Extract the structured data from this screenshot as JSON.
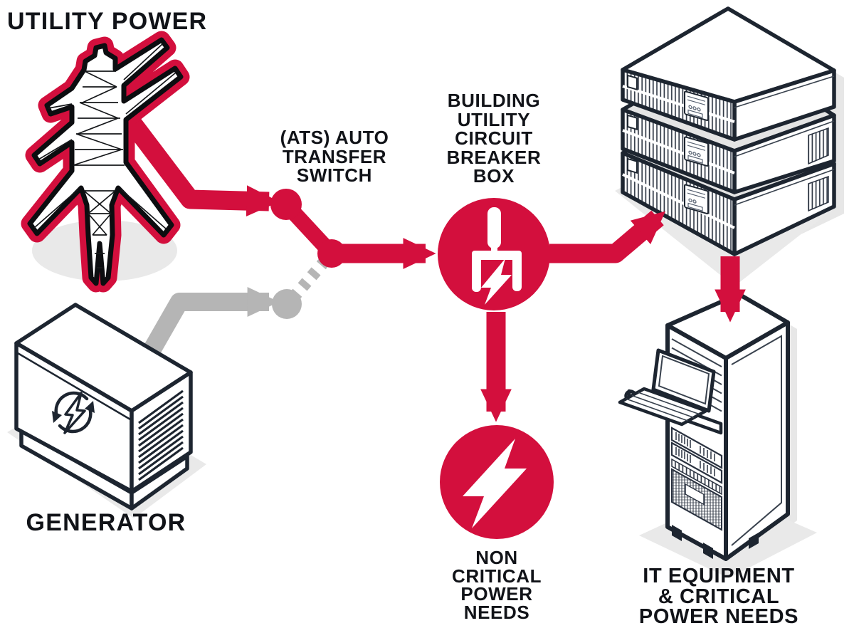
{
  "colors": {
    "accent_red": "#d30f3d",
    "standby_gray": "#b5b5b5",
    "ink_black": "#111318",
    "outline_dark": "#1d2530",
    "shadow_gray": "#e8e8e8"
  },
  "nodes": {
    "utility_power": {
      "label": "UTILITY POWER"
    },
    "generator": {
      "label": "GENERATOR"
    },
    "ats": {
      "lines": [
        "(ATS) AUTO",
        "TRANSFER",
        "SWITCH"
      ]
    },
    "breaker_box": {
      "lines": [
        "BUILDING",
        "UTILITY",
        "CIRCUIT",
        "BREAKER",
        "BOX"
      ]
    },
    "non_critical": {
      "lines": [
        "NON",
        "CRITICAL",
        "POWER",
        "NEEDS"
      ]
    },
    "it_equipment": {
      "lines": [
        "IT EQUIPMENT",
        "& CRITICAL",
        "POWER NEEDS"
      ]
    }
  },
  "icons": [
    "transmission-tower-icon",
    "generator-icon",
    "ats-switch-icon",
    "circuit-breaker-icon",
    "lightning-bolt-icon",
    "ups-stack-icon",
    "server-rack-icon",
    "laptop-icon"
  ],
  "flows": [
    {
      "from": "utility-power",
      "to": "ats",
      "style": "active-red"
    },
    {
      "from": "generator",
      "to": "ats",
      "style": "standby-gray-dashed"
    },
    {
      "from": "ats",
      "to": "breaker-box",
      "style": "active-red"
    },
    {
      "from": "breaker-box",
      "to": "ups-stack",
      "style": "active-red"
    },
    {
      "from": "breaker-box",
      "to": "non-critical",
      "style": "active-red"
    },
    {
      "from": "ups-stack",
      "to": "server-rack",
      "style": "active-red"
    }
  ]
}
